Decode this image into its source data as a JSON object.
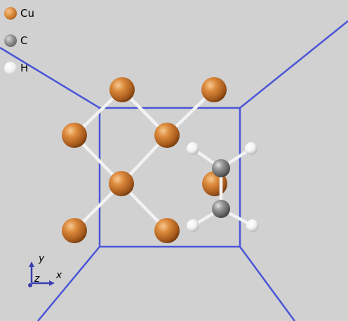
{
  "legend": {
    "items": [
      {
        "symbol": "Cu",
        "color": "#c8752b"
      },
      {
        "symbol": "C",
        "color": "#7a7a7a"
      },
      {
        "symbol": "H",
        "color": "#f2f2f2"
      }
    ]
  },
  "axes": {
    "x_label": "x",
    "y_label": "y",
    "z_label": "z"
  },
  "colors": {
    "background": "#d1d1d1",
    "cell_lines": "#4a55d6",
    "bonds": "#f2f2f2",
    "copper": "#c8752b",
    "carbon": "#7a7a7a",
    "hydrogen": "#f2f2f2"
  }
}
